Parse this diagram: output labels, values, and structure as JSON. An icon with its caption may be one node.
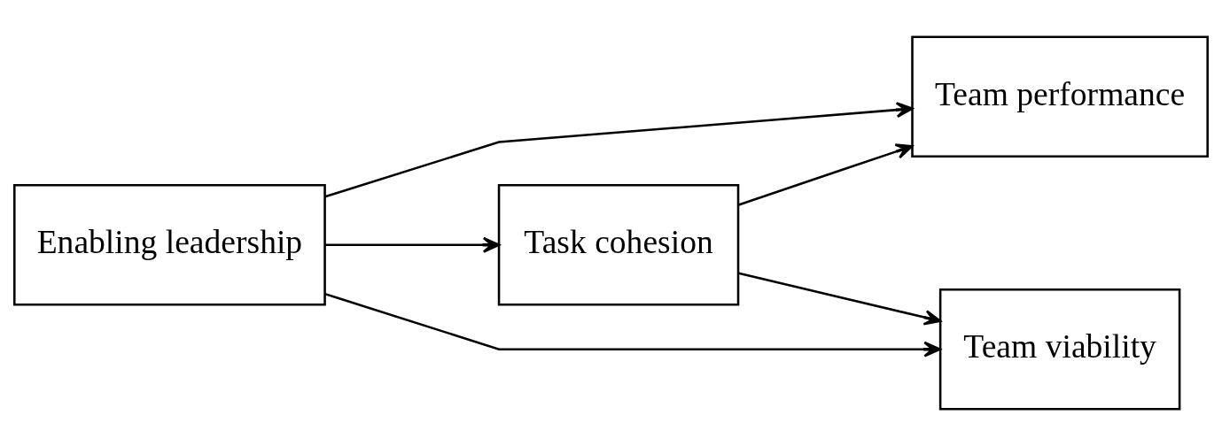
{
  "diagram": {
    "nodes": [
      {
        "text": [
          "Enabling leadership"
        ]
      },
      {
        "text": [
          "Task cohesion"
        ]
      },
      {
        "text": [
          "Team performance"
        ]
      },
      {
        "text": [
          "Team viability"
        ]
      }
    ],
    "edges": [
      {
        "from": 0,
        "to": 2,
        "arrow": "to"
      },
      {
        "from": 0,
        "to": 1,
        "arrow": "to"
      },
      {
        "from": 1,
        "to": 2,
        "arrow": "to"
      },
      {
        "from": 1,
        "to": 3,
        "arrow": "to"
      },
      {
        "from": 0,
        "to": 3,
        "arrow": "to"
      }
    ]
  }
}
